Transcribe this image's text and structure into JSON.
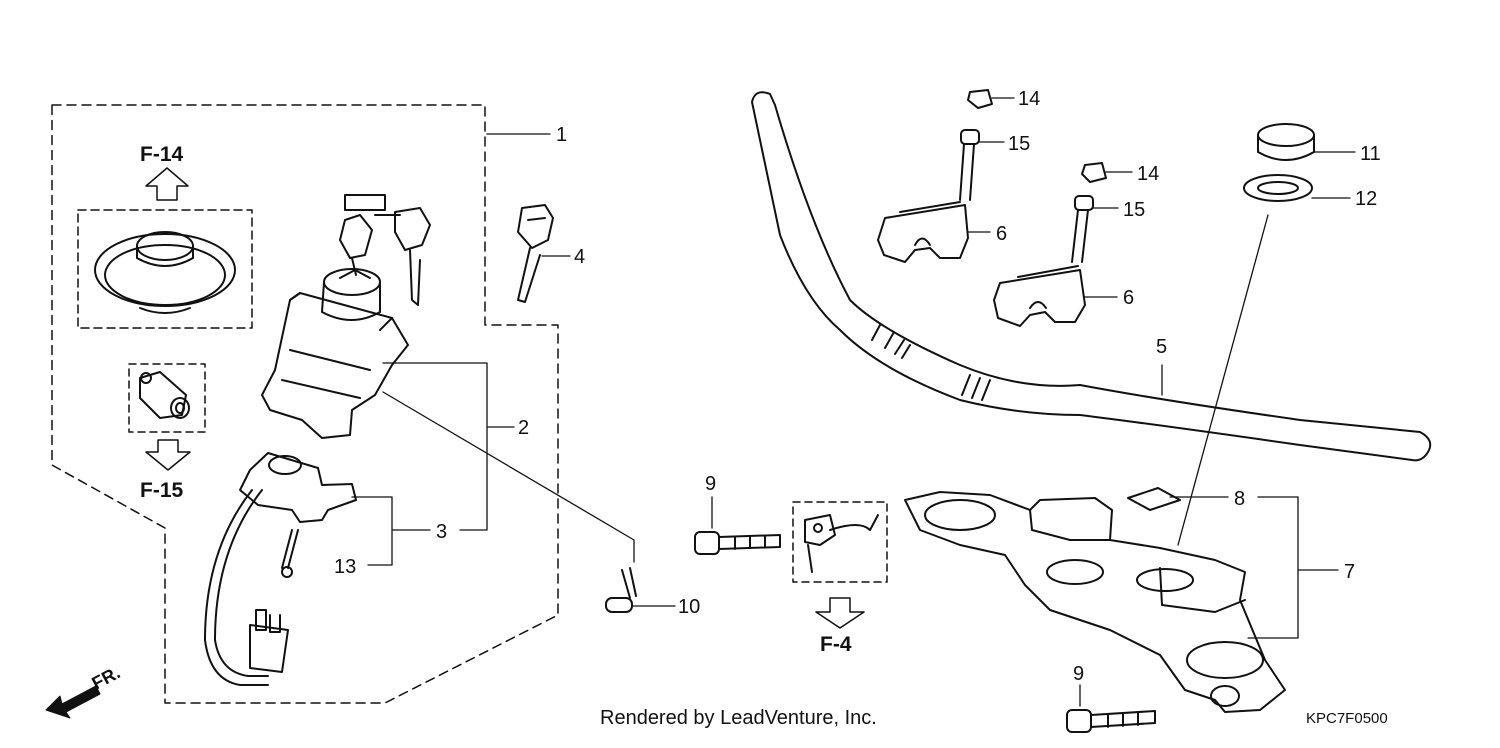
{
  "callouts": {
    "n1": "1",
    "n2": "2",
    "n3": "3",
    "n4": "4",
    "n5": "5",
    "n6a": "6",
    "n6b": "6",
    "n7": "7",
    "n8": "8",
    "n9a": "9",
    "n9b": "9",
    "n10": "10",
    "n11": "11",
    "n12": "12",
    "n13": "13",
    "n14a": "14",
    "n14b": "14",
    "n15a": "15",
    "n15b": "15"
  },
  "references": {
    "f14": "F-14",
    "f15": "F-15",
    "f4": "F-4"
  },
  "direction_label": "FR.",
  "credit": "Rendered by LeadVenture, Inc.",
  "diagram_code": "KPC7F0500"
}
